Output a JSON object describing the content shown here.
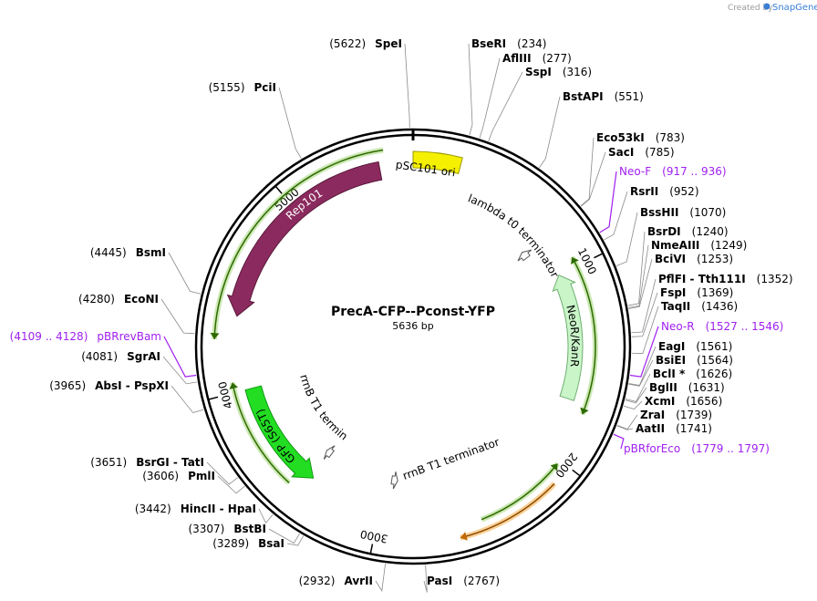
{
  "credit": {
    "prefix": "Created by",
    "brand": "SnapGene"
  },
  "plasmid": {
    "name": "PrecA-CFP--Pconst-YFP",
    "size_label": "5636 bp",
    "length": 5636
  },
  "colors": {
    "primer": "#a020f0",
    "rep101": "#8b2a5e",
    "gfp": "#22dd22",
    "neo": "#c9f5c9",
    "ori": "#f5f000",
    "orange": "#f39a1a"
  },
  "ticks": [
    {
      "pos": 1000,
      "label": "1000"
    },
    {
      "pos": 2000,
      "label": "2000"
    },
    {
      "pos": 3000,
      "label": "3000"
    },
    {
      "pos": 4000,
      "label": "4000"
    },
    {
      "pos": 5000,
      "label": "5000"
    }
  ],
  "sites": [
    {
      "pos": 5622,
      "pos_label": "(5622)",
      "name": "SpeI",
      "side": "L"
    },
    {
      "pos": 234,
      "name": "BseRI",
      "pos_label": "(234)",
      "side": "R"
    },
    {
      "pos": 277,
      "name": "AflIII",
      "pos_label": "(277)",
      "side": "R"
    },
    {
      "pos": 316,
      "name": "SspI",
      "pos_label": "(316)",
      "side": "R"
    },
    {
      "pos": 551,
      "name": "BstAPI",
      "pos_label": "(551)",
      "side": "R"
    },
    {
      "pos": 783,
      "name": "Eco53kI",
      "pos_label": "(783)",
      "side": "R"
    },
    {
      "pos": 785,
      "name": "SacI",
      "pos_label": "(785)",
      "side": "R"
    },
    {
      "pos": 917,
      "name": "Neo-F",
      "pos_label": "(917 .. 936)",
      "side": "R",
      "primer": true
    },
    {
      "pos": 952,
      "name": "RsrII",
      "pos_label": "(952)",
      "side": "R"
    },
    {
      "pos": 1070,
      "name": "BssHII",
      "pos_label": "(1070)",
      "side": "R"
    },
    {
      "pos": 1240,
      "name": "BsrDI",
      "pos_label": "(1240)",
      "side": "R"
    },
    {
      "pos": 1249,
      "name": "NmeAIII",
      "pos_label": "(1249)",
      "side": "R"
    },
    {
      "pos": 1253,
      "name": "BciVI",
      "pos_label": "(1253)",
      "side": "R"
    },
    {
      "pos": 1352,
      "name": "PflFI  -  Tth111I",
      "pos_label": "(1352)",
      "side": "R"
    },
    {
      "pos": 1369,
      "name": "FspI",
      "pos_label": "(1369)",
      "side": "R"
    },
    {
      "pos": 1436,
      "name": "TaqII",
      "pos_label": "(1436)",
      "side": "R"
    },
    {
      "pos": 1527,
      "name": "Neo-R",
      "pos_label": "(1527 .. 1546)",
      "side": "R",
      "primer": true
    },
    {
      "pos": 1561,
      "name": "EagI",
      "pos_label": "(1561)",
      "side": "R"
    },
    {
      "pos": 1564,
      "name": "BsiEI",
      "pos_label": "(1564)",
      "side": "R"
    },
    {
      "pos": 1626,
      "name": "BclI *",
      "pos_label": "(1626)",
      "side": "R"
    },
    {
      "pos": 1631,
      "name": "BglII",
      "pos_label": "(1631)",
      "side": "R"
    },
    {
      "pos": 1656,
      "name": "XcmI",
      "pos_label": "(1656)",
      "side": "R"
    },
    {
      "pos": 1739,
      "name": "ZraI",
      "pos_label": "(1739)",
      "side": "R"
    },
    {
      "pos": 1741,
      "name": "AatII",
      "pos_label": "(1741)",
      "side": "R"
    },
    {
      "pos": 1779,
      "name": "pBRforEco",
      "pos_label": "(1779 .. 1797)",
      "side": "R",
      "primer": true
    },
    {
      "pos": 2767,
      "name": "PasI",
      "pos_label": "(2767)",
      "side": "R"
    },
    {
      "pos": 2932,
      "pos_label": "(2932)",
      "name": "AvrII",
      "side": "L"
    },
    {
      "pos": 3289,
      "pos_label": "(3289)",
      "name": "BsaI",
      "side": "L"
    },
    {
      "pos": 3307,
      "pos_label": "(3307)",
      "name": "BstBI",
      "side": "L"
    },
    {
      "pos": 3442,
      "pos_label": "(3442)",
      "name": "HincII  -  HpaI",
      "side": "L"
    },
    {
      "pos": 3606,
      "pos_label": "(3606)",
      "name": "PmlI",
      "side": "L"
    },
    {
      "pos": 3651,
      "pos_label": "(3651)",
      "name": "BsrGI  -  TatI",
      "side": "L"
    },
    {
      "pos": 3965,
      "pos_label": "(3965)",
      "name": "AbsI  -  PspXI",
      "side": "L"
    },
    {
      "pos": 4081,
      "pos_label": "(4081)",
      "name": "SgrAI",
      "side": "L"
    },
    {
      "pos": 4109,
      "pos_label": "(4109 .. 4128)",
      "name": "pBRrevBam",
      "side": "L",
      "primer": true
    },
    {
      "pos": 4280,
      "pos_label": "(4280)",
      "name": "EcoNI",
      "side": "L"
    },
    {
      "pos": 4445,
      "pos_label": "(4445)",
      "name": "BsmI",
      "side": "L"
    },
    {
      "pos": 5155,
      "pos_label": "(5155)",
      "name": "PciI",
      "side": "L"
    }
  ],
  "features": {
    "rep101": "Rep101",
    "gfp": "GFP (S65T)",
    "neo": "NeoR/KanR",
    "psc101_ori": "pSC101 ori",
    "lambda_term": "lambda t0 terminator",
    "rrnb_left": "rrnB T1 terminator",
    "rrnb_right": "rrnB T1 terminator"
  }
}
